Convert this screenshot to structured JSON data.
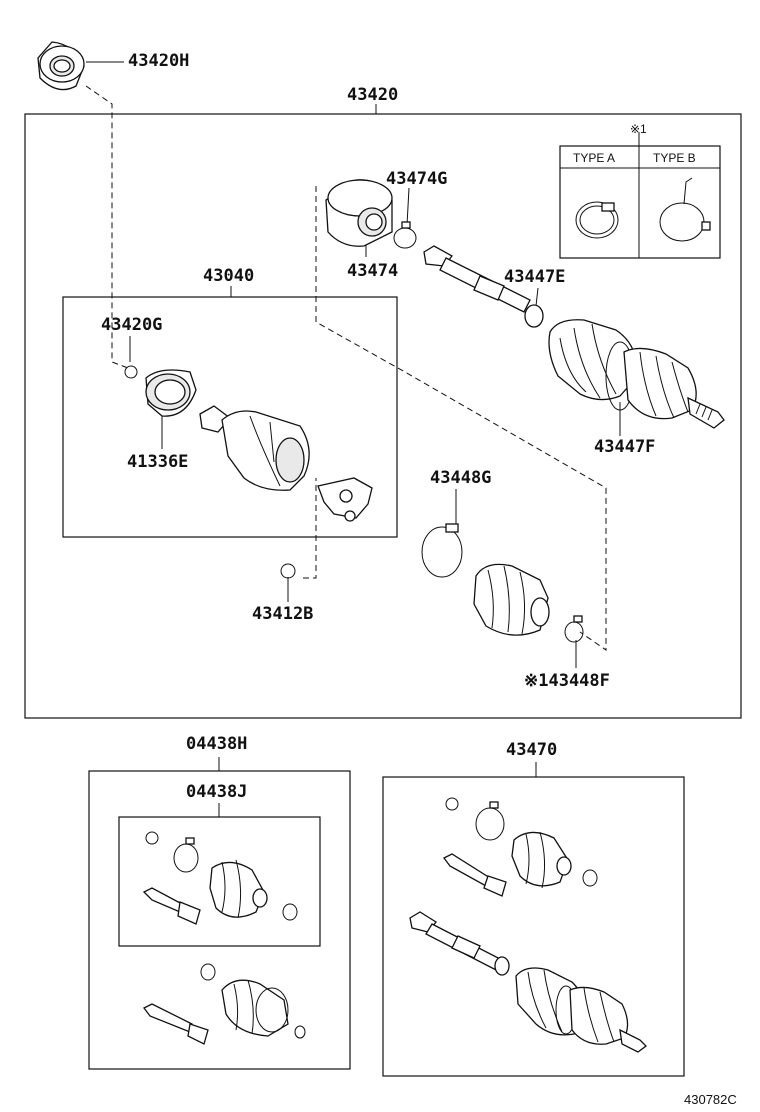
{
  "diagram_id": "430782C",
  "labels": {
    "p43420H": "43420H",
    "p43420": "43420",
    "p43474G": "43474G",
    "p43474": "43474",
    "p43447E": "43447E",
    "p43447F": "43447F",
    "p43040": "43040",
    "p43420G": "43420G",
    "p41336E": "41336E",
    "p43448G": "43448G",
    "p43412B": "43412B",
    "p43448F": "※143448F",
    "p04438H": "04438H",
    "p04438J": "04438J",
    "p43470": "43470"
  },
  "type_box": {
    "note": "※1",
    "type_a": "TYPE A",
    "type_b": "TYPE B"
  }
}
